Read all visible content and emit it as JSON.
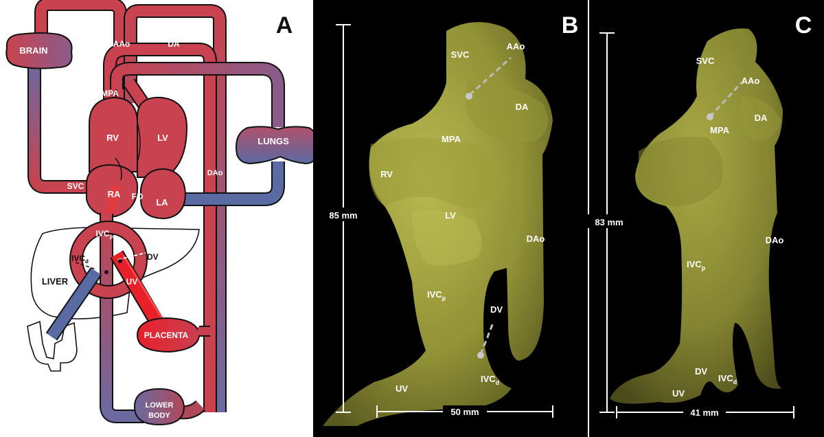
{
  "panels": {
    "a": {
      "letter": "A"
    },
    "b": {
      "letter": "B"
    },
    "c": {
      "letter": "C"
    }
  },
  "schematic": {
    "labels": {
      "brain": "BRAIN",
      "aao": "AAo",
      "da": "DA",
      "mpa": "MPA",
      "rv": "RV",
      "lv": "LV",
      "lungs": "LUNGS",
      "dao": "DAo",
      "svc": "SVC",
      "ra": "RA",
      "fo": "FO",
      "la": "LA",
      "ivc": "IVC",
      "ivc_p_sub": "p",
      "ivc_d_sub": "d",
      "dv": "DV",
      "liver": "LIVER",
      "uv": "UV",
      "placenta": "PLACENTA",
      "lower_body_1": "LOWER",
      "lower_body_2": "BODY"
    }
  },
  "model_b": {
    "labels": {
      "svc": "SVC",
      "aao": "AAo",
      "da": "DA",
      "mpa": "MPA",
      "rv": "RV",
      "lv": "LV",
      "dao": "DAo",
      "ivc": "IVC",
      "sub_p": "p",
      "sub_d": "d",
      "dv": "DV",
      "uv": "UV"
    },
    "height_scale": "85 mm",
    "width_scale": "50 mm"
  },
  "model_c": {
    "labels": {
      "svc": "SVC",
      "aao": "AAo",
      "mpa": "MPA",
      "da": "DA",
      "dao": "DAo",
      "ivc": "IVC",
      "sub_p": "p",
      "sub_d": "d",
      "dv": "DV",
      "uv": "UV"
    },
    "height_scale": "83 mm",
    "width_scale": "41 mm"
  },
  "colors": {
    "oxygenated": "#c8434f",
    "deoxygenated": "#5a6aa3",
    "placenta_red": "#e8202a",
    "model_yellow": "#b8b84a",
    "background_dark": "#000000"
  }
}
